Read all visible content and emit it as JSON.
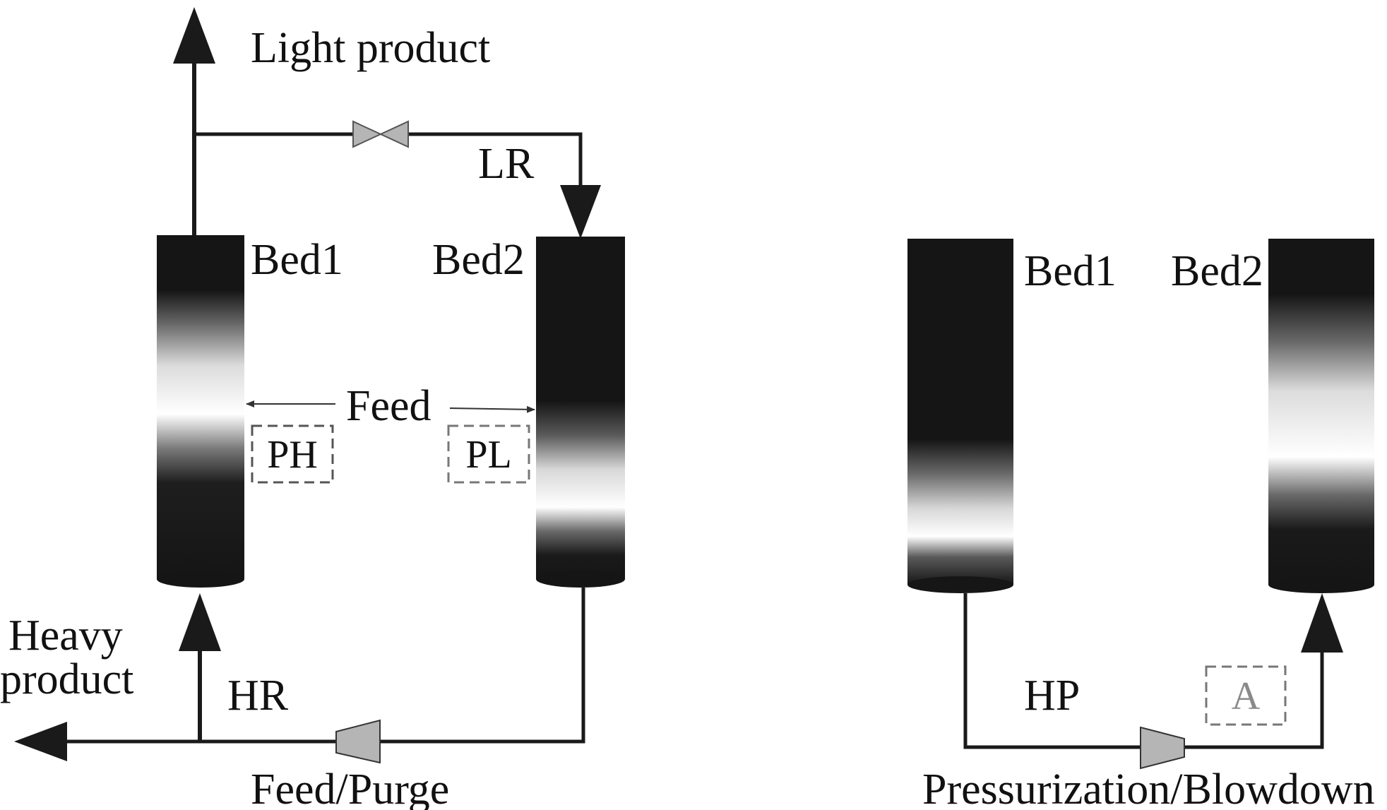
{
  "left_panel": {
    "caption": "Feed/Purge",
    "light_product_label": "Light product",
    "heavy_product_label_line1": "Heavy",
    "heavy_product_label_line2": "product",
    "lr_label": "LR",
    "hr_label": "HR",
    "feed_label": "Feed",
    "bed1_label": "Bed1",
    "bed2_label": "Bed2",
    "ph_label": "PH",
    "pl_label": "PL"
  },
  "right_panel": {
    "caption": "Pressurization/Blowdown",
    "bed1_label": "Bed1",
    "bed2_label": "Bed2",
    "hp_label": "HP",
    "a_label": "A"
  },
  "colors": {
    "line": "#1a1a1a",
    "bed_dark": "#151515",
    "equipment_fill": "#b5b5b5",
    "box_dash": "#555555"
  }
}
